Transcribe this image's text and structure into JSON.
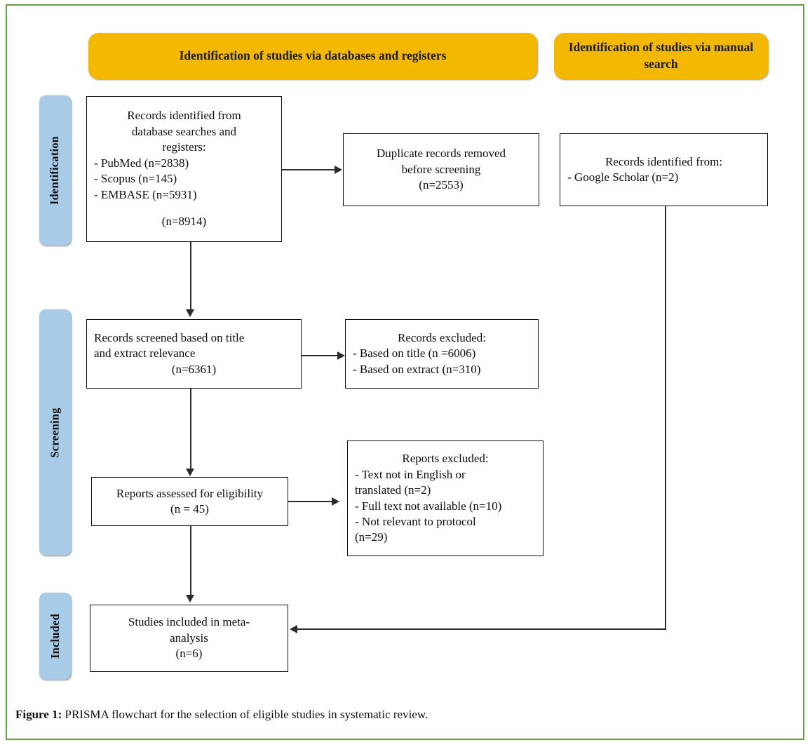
{
  "figure": {
    "caption_label": "Figure 1:",
    "caption_text": "PRISMA flowchart for the selection of eligible studies in systematic review."
  },
  "headers": {
    "databases": "Identification of studies via databases and registers",
    "manual": "Identification of studies via manual search"
  },
  "stages": {
    "identification": "Identification",
    "screening": "Screening",
    "included": "Included"
  },
  "nodes": {
    "records_identified": {
      "lines": [
        "Records identified from",
        "database searches and",
        "registers:",
        "- PubMed (n=2838)",
        "- Scopus (n=145)",
        "- EMBASE (n=5931)",
        "",
        "(n=8914)"
      ]
    },
    "duplicates_removed": {
      "lines": [
        "Duplicate records removed",
        "before screening",
        "(n=2553)"
      ]
    },
    "manual_records": {
      "lines": [
        "Records identified from:",
        "- Google Scholar (n=2)"
      ]
    },
    "records_screened": {
      "lines": [
        "Records screened based on title",
        "and extract relevance",
        "(n=6361)"
      ]
    },
    "records_excluded": {
      "lines": [
        "Records excluded:",
        "- Based on title (n =6006)",
        "- Based on extract (n=310)"
      ]
    },
    "reports_assessed": {
      "lines": [
        "Reports assessed for eligibility",
        "(n = 45)"
      ]
    },
    "reports_excluded": {
      "lines": [
        "Reports excluded:",
        "- Text not in English or",
        "translated (n=2)",
        "- Full text not available (n=10)",
        "- Not relevant to protocol",
        "(n=29)"
      ]
    },
    "studies_included": {
      "lines": [
        "Studies included in meta-",
        "analysis",
        "(n=6)"
      ]
    }
  },
  "chart_data": {
    "type": "diagram",
    "title": "PRISMA flowchart for the selection of eligible studies in systematic review.",
    "flow": [
      {
        "id": "records_identified",
        "stage": "Identification",
        "n": 8914,
        "sources": [
          {
            "name": "PubMed",
            "n": 2838
          },
          {
            "name": "Scopus",
            "n": 145
          },
          {
            "name": "EMBASE",
            "n": 5931
          }
        ]
      },
      {
        "id": "duplicates_removed",
        "stage": "Identification",
        "n": 2553
      },
      {
        "id": "manual_records",
        "stage": "Identification",
        "n": 2,
        "sources": [
          {
            "name": "Google Scholar",
            "n": 2
          }
        ]
      },
      {
        "id": "records_screened",
        "stage": "Screening",
        "n": 6361
      },
      {
        "id": "records_excluded",
        "stage": "Screening",
        "reasons": [
          {
            "name": "Based on title",
            "n": 6006
          },
          {
            "name": "Based on extract",
            "n": 310
          }
        ]
      },
      {
        "id": "reports_assessed",
        "stage": "Screening",
        "n": 45
      },
      {
        "id": "reports_excluded",
        "stage": "Screening",
        "reasons": [
          {
            "name": "Text not in English or translated",
            "n": 2
          },
          {
            "name": "Full text not available",
            "n": 10
          },
          {
            "name": "Not relevant to protocol",
            "n": 29
          }
        ]
      },
      {
        "id": "studies_included",
        "stage": "Included",
        "n": 6
      }
    ],
    "edges": [
      {
        "from": "records_identified",
        "to": "duplicates_removed"
      },
      {
        "from": "records_identified",
        "to": "records_screened"
      },
      {
        "from": "records_screened",
        "to": "records_excluded"
      },
      {
        "from": "records_screened",
        "to": "reports_assessed"
      },
      {
        "from": "reports_assessed",
        "to": "reports_excluded"
      },
      {
        "from": "reports_assessed",
        "to": "studies_included"
      },
      {
        "from": "manual_records",
        "to": "studies_included"
      }
    ]
  },
  "colors": {
    "header_fill": "#F5B800",
    "stage_fill": "#A8CCE8",
    "node_border": "#111111",
    "connector": "#2b2b2b",
    "page_frame": "#64a04a"
  }
}
